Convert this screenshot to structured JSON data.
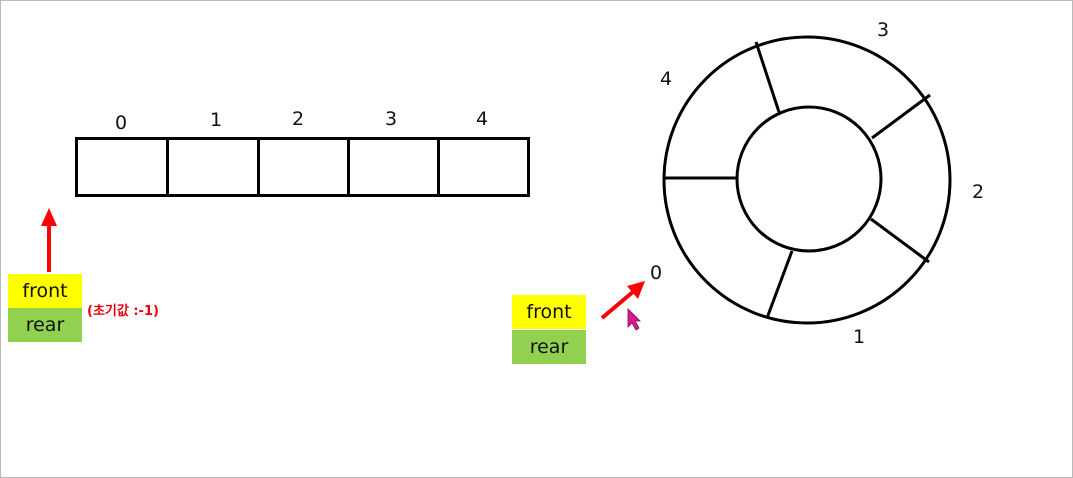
{
  "colors": {
    "front_bg": "#ffff00",
    "rear_bg": "#92d050",
    "arrow": "#ff0000",
    "note_text": "#e8000d"
  },
  "linear_queue": {
    "indices": [
      "0",
      "1",
      "2",
      "3",
      "4"
    ],
    "front_label": "front",
    "rear_label": "rear",
    "note": "(초기값 :-1)"
  },
  "circular_queue": {
    "indices": [
      "0",
      "1",
      "2",
      "3",
      "4"
    ],
    "front_label": "front",
    "rear_label": "rear"
  },
  "icons": [
    "arrow-up-icon",
    "arrow-diagonal-icon",
    "mouse-cursor-icon"
  ]
}
